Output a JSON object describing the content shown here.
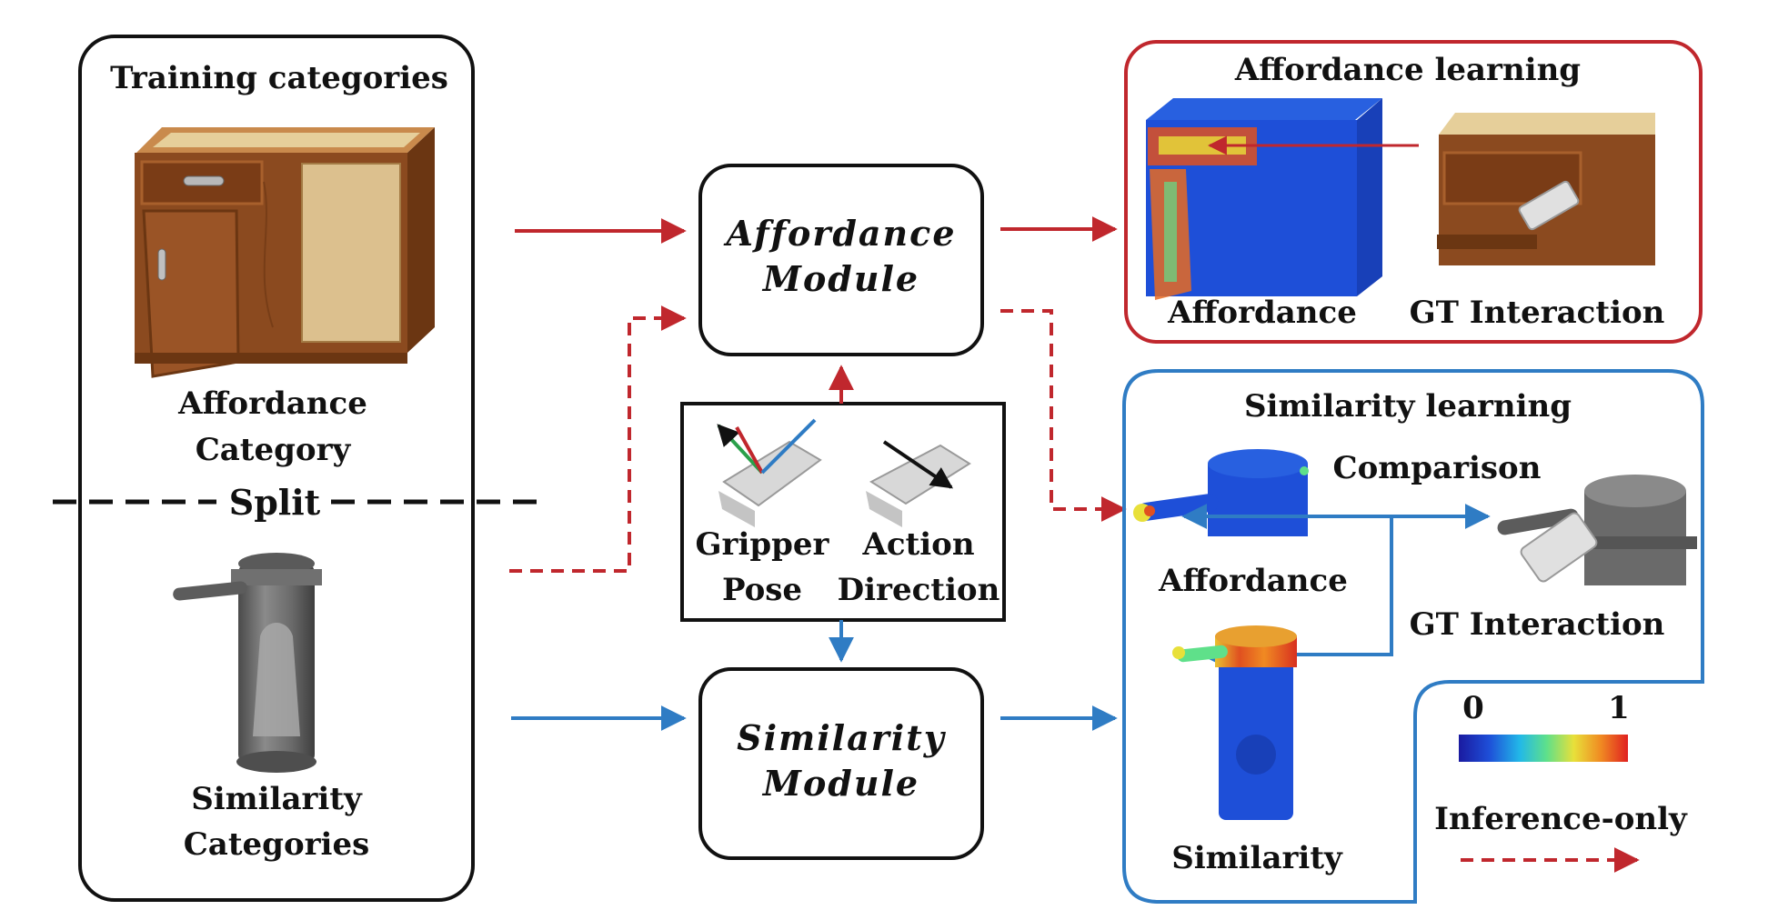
{
  "colors": {
    "red": "#c0272d",
    "blue": "#2f7cc4",
    "black": "#111111",
    "wood": "#8b4a1f",
    "panel": "#dcc08e",
    "point_cloud": "#1e4fd8",
    "faucet_grey": "#6e6e6e"
  },
  "colormap": [
    "#1a1aa0",
    "#1e4fd8",
    "#22b8e8",
    "#5fe08a",
    "#e8e03a",
    "#f08a22",
    "#e02020"
  ],
  "left_panel": {
    "title": "Training categories",
    "affordance_label_line1": "Affordance",
    "affordance_label_line2": "Category",
    "split_label": "Split",
    "similarity_label_line1": "Similarity",
    "similarity_label_line2": "Categories"
  },
  "affordance_module": {
    "line1": "Affordance",
    "line2": "Module"
  },
  "similarity_module": {
    "line1": "Similarity",
    "line2": "Module"
  },
  "interaction_box": {
    "gripper_line1": "Gripper",
    "gripper_line2": "Pose",
    "action_line1": "Action",
    "action_line2": "Direction"
  },
  "affordance_learning": {
    "title": "Affordance learning",
    "left_caption": "Affordance",
    "right_caption": "GT Interaction"
  },
  "similarity_learning": {
    "title": "Similarity learning",
    "comparison": "Comparison",
    "affordance_caption": "Affordance",
    "gt_caption": "GT Interaction",
    "similarity_caption": "Similarity"
  },
  "legend": {
    "min_label": "0",
    "max_label": "1",
    "inference_label": "Inference-only"
  }
}
